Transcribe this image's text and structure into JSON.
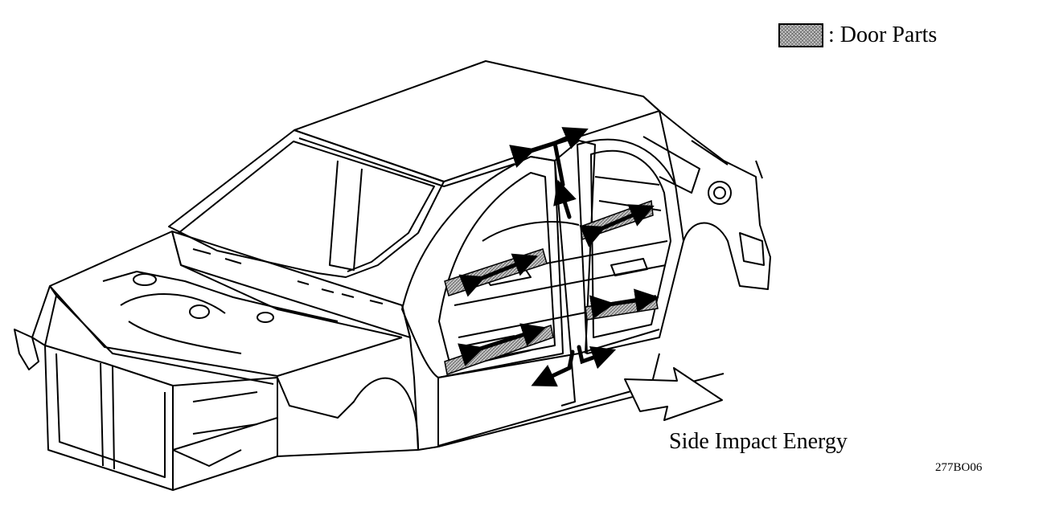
{
  "legend": {
    "label": ": Door Parts",
    "swatch_icon": "crosshatch-swatch"
  },
  "impact_label": "Side Impact Energy",
  "figure_code": "277BO06",
  "colors": {
    "line": "#000000",
    "door_part_fill": "#bdbdbd",
    "background": "#ffffff"
  }
}
